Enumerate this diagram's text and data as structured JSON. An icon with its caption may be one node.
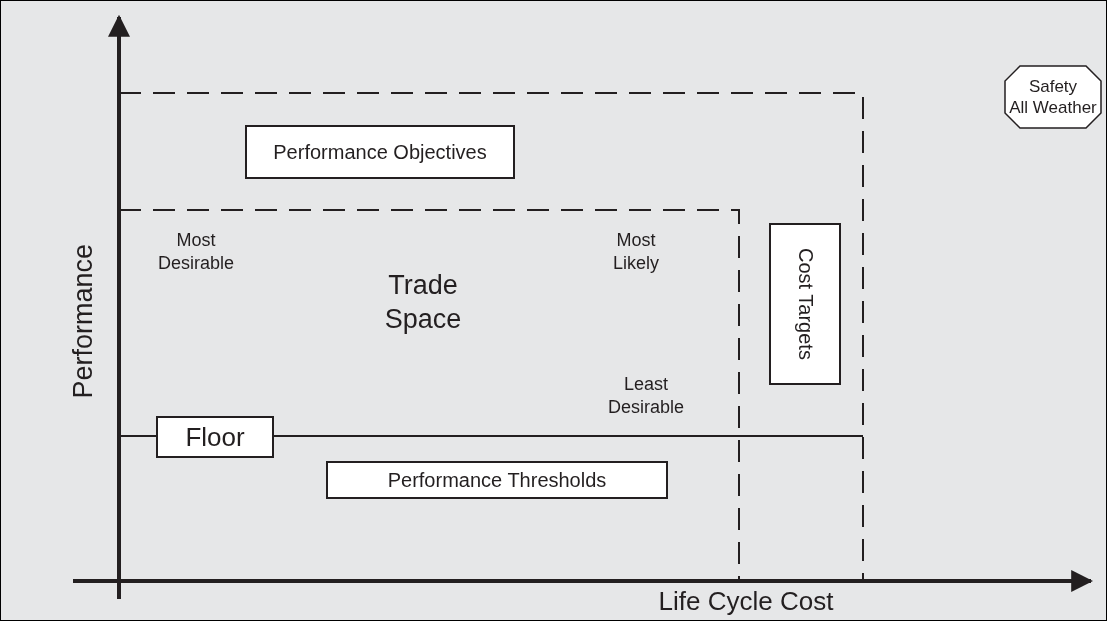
{
  "diagram": {
    "nodes": [
      {
        "text": [
          "Performance Objectives"
        ]
      },
      {
        "text": [
          "Cost Targets"
        ]
      },
      {
        "text": [
          "Floor"
        ]
      },
      {
        "text": [
          "Performance Thresholds"
        ]
      },
      {
        "text": [
          "Safety All Weather"
        ]
      }
    ],
    "edges": [],
    "labels": [
      "Most Desirable",
      "Most Likely",
      "Trade Space",
      "Least Desirable",
      "Performance",
      "Life Cycle Cost"
    ]
  }
}
